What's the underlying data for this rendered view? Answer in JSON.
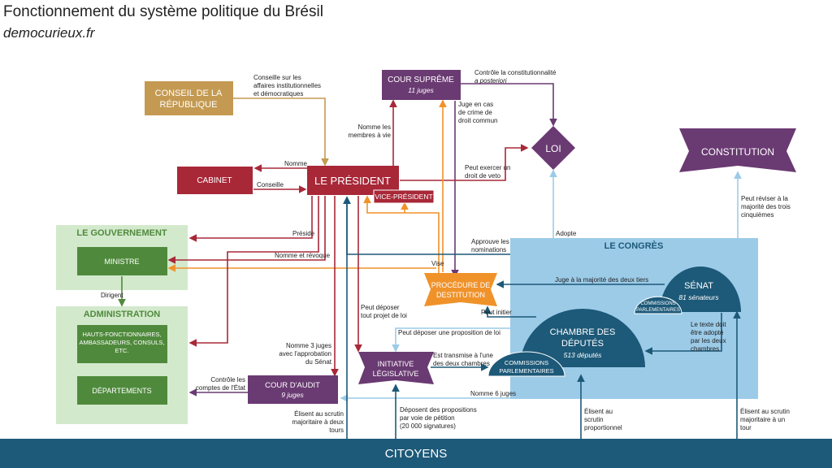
{
  "header": {
    "title": "Fonctionnement du système politique du Brésil",
    "subtitle": "democurieux.fr"
  },
  "nodes": {
    "conseil": [
      "CONSEIL DE LA",
      "RÉPUBLIQUE"
    ],
    "cour_supreme": {
      "name": "COUR SUPRÊME",
      "detail": "11 juges"
    },
    "loi": "LOI",
    "constitution": "CONSTITUTION",
    "cabinet": "CABINET",
    "president": "LE PRÉSIDENT",
    "vice_president": "VICE-PRÉSIDENT",
    "gouvernement": "LE GOUVERNEMENT",
    "ministre": "MINISTRE",
    "administration": "ADMINISTRATION",
    "hauts_fonctionnaires": [
      "HAUTS-FONCTIONNAIRES,",
      "AMBASSADEURS, CONSULS,",
      "ETC."
    ],
    "departements": "DÉPARTEMENTS",
    "procedure": [
      "PROCÉDURE DE",
      "DESTITUTION"
    ],
    "initiative": [
      "INITIATIVE",
      "LÉGISLATIVE"
    ],
    "cour_audit": {
      "name": "COUR D'AUDIT",
      "detail": "9 juges"
    },
    "congres": "LE CONGRÈS",
    "senat": {
      "name": "SÉNAT",
      "detail": "81 sénateurs"
    },
    "commissions_senat": [
      "COMMISSIONS",
      "PARLEMENTAIRES"
    ],
    "chambre": {
      "name": [
        "CHAMBRE DES",
        "DÉPUTÉS"
      ],
      "detail": "513 députés"
    },
    "commissions_chambre": [
      "COMMISSIONS",
      "PARLEMENTAIRES"
    ],
    "citoyens": "CITOYENS"
  },
  "labels": {
    "conseille_affaires": [
      "Conseille sur les",
      "affaires institutionnelles",
      "et démocratiques"
    ],
    "controle_const": "Contrôle la constitutionnalité",
    "a_posteriori": "a posteriori",
    "juge_crime": [
      "Juge en cas",
      "de crime de",
      "droit commun"
    ],
    "nomme_membres": [
      "Nomme les",
      "membres à vie"
    ],
    "nomme": "Nomme",
    "conseille": "Conseille",
    "droit_veto": [
      "Peut exercer un",
      "droit de veto"
    ],
    "preside": "Préside",
    "adopte": "Adopte",
    "peut_reviser": [
      "Peut réviser à la",
      "majorité des trois",
      "cinquièmes"
    ],
    "approuve": [
      "Approuve les",
      "nominations"
    ],
    "nomme_revoque": "Nomme et révoque",
    "vise": "Vise",
    "juge_majorite": "Juge à la majorité des deux tiers",
    "dirigent": "Dirigent",
    "peut_deposer_projet": [
      "Peut déposer",
      "tout projet de loi"
    ],
    "peut_initier": "Peut initier",
    "peut_deposer_prop": "Peut déposer une proposition de loi",
    "texte_adopte": [
      "Le texte doit",
      "être adopté",
      "par les deux",
      "chambres"
    ],
    "nomme_3_juges": [
      "Nomme 3 juges",
      "avec l'approbation",
      "du Sénat"
    ],
    "transmise": [
      "Est transmise à l'une",
      "des deux chambres"
    ],
    "controle_comptes": [
      "Contrôle les",
      "comptes de l'État"
    ],
    "nomme_6_juges": "Nomme 6 juges",
    "elisent_deux_tours": [
      "Élisent au scrutin",
      "majoritaire à deux",
      "tours"
    ],
    "deposent_propositions": [
      "Déposent des propositions",
      "par voie de pétition",
      "(20 000 signatures)"
    ],
    "elisent_prop": [
      "Élisent au",
      "scrutin",
      "proportionnel"
    ],
    "elisent_un_tour": [
      "Élisent au scrutin",
      "majoritaire à un",
      "tour"
    ]
  },
  "colors": {
    "president": "#a82838",
    "purple": "#6a3a72",
    "gold": "#c49a52",
    "orange": "#f0922a",
    "green": "#4f8a3c",
    "light_green": "#d3e9cc",
    "blue_light": "#9ccbe8",
    "navy": "#1d5978",
    "citoyens": "#1d5978"
  }
}
